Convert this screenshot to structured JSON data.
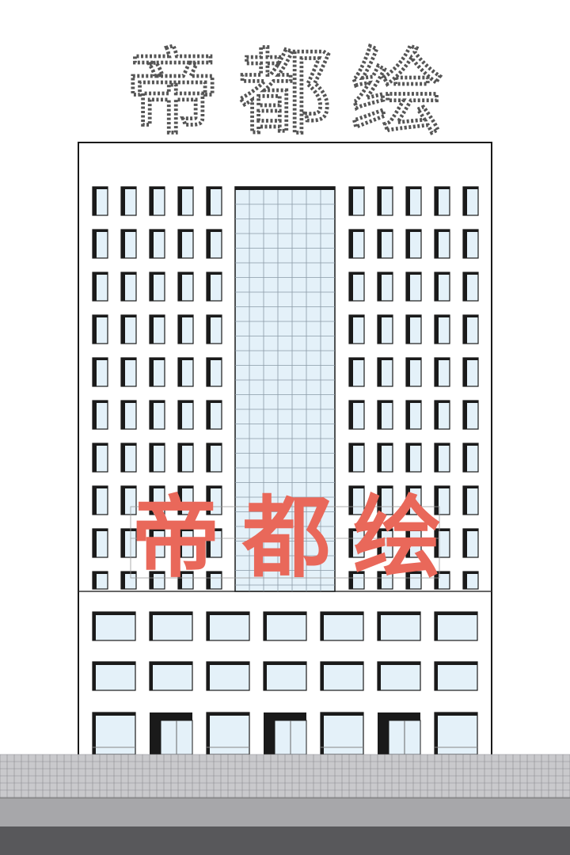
{
  "sign": {
    "chars": [
      "帝",
      "都",
      "绘"
    ],
    "outline_color": "#555555",
    "fill_color": "#e9685a"
  },
  "colors": {
    "glass": "#e4f1f9",
    "frame": "#1a1a1a",
    "wall": "#ffffff",
    "pavement": "#c9c9cc",
    "road": "#58585b",
    "curb": "#a7a7aa"
  },
  "building": {
    "tower_window_rows": 10,
    "tower_window_cols_per_side": 5,
    "podium_rows": 3,
    "podium_cols": 7,
    "entrance_doors": 3
  }
}
